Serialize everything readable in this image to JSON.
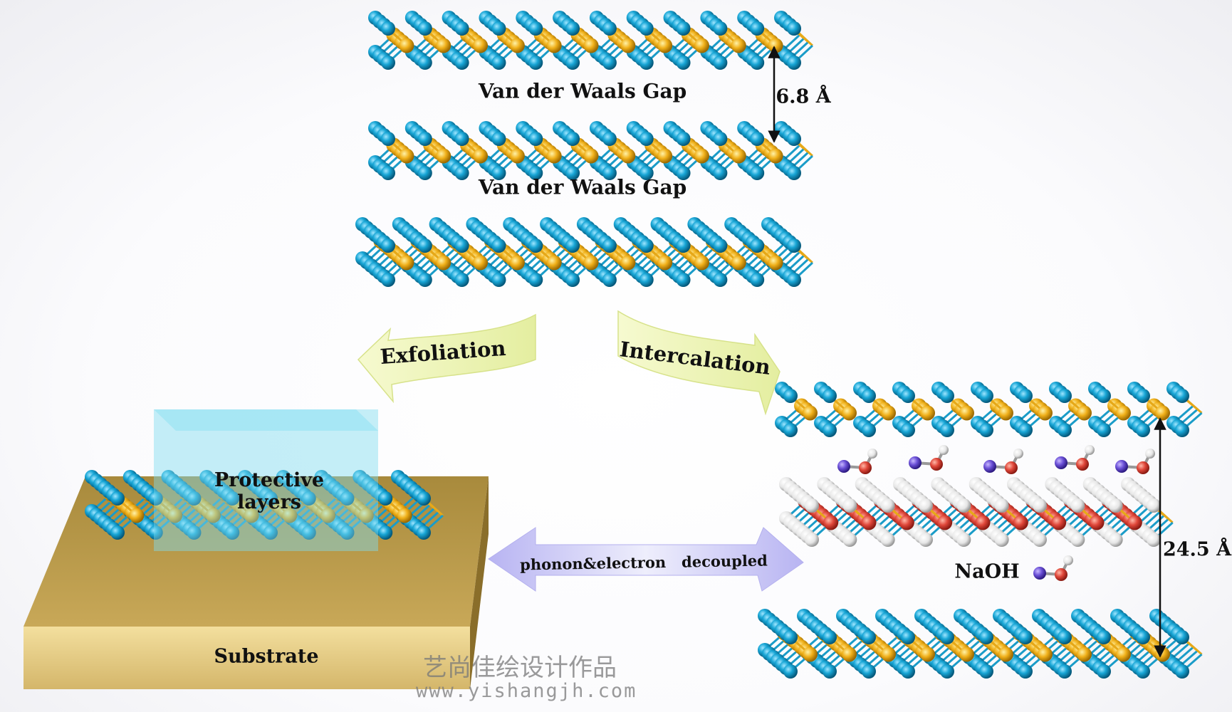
{
  "labels": {
    "vdw_gap_1": "Van der Waals Gap",
    "vdw_gap_2": "Van der Waals Gap",
    "spacing_top": "6.8 Å",
    "exfoliation": "Exfoliation",
    "intercalation": "Intercalation",
    "protective": "Protective layers",
    "substrate": "Substrate",
    "decoupled": "phonon&electron   decoupled",
    "naoh": "NaOH",
    "spacing_intercalated": "24.5 Å"
  },
  "watermark": {
    "chinese": "艺尚佳绘设计作品",
    "url": "www.yishangjh.com"
  },
  "colors": {
    "chalcogen": "#1aa7d4",
    "metal": "#f2b21c",
    "oxygen": "#e0473a",
    "sodium": "#6a4fd6",
    "hydrogen": "#f2f2f2",
    "substrate": "#c9a85a",
    "arrow_green": "#eef5b8",
    "arrow_purple": "#c9c6f4"
  }
}
